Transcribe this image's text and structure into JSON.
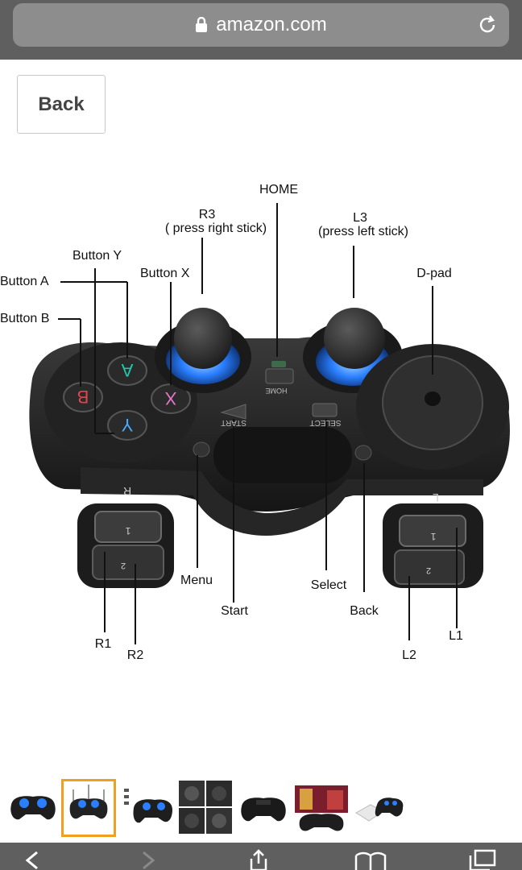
{
  "browser": {
    "url": "amazon.com",
    "icons": {
      "lock": "lock-icon",
      "reload": "reload-icon"
    }
  },
  "page": {
    "back_label": "Back"
  },
  "diagram": {
    "labels": {
      "home": "HOME",
      "r3_title": "R3",
      "r3_desc": "( press right stick)",
      "l3_title": "L3",
      "l3_desc": "(press left stick)",
      "button_y": "Button Y",
      "button_a": "Button A",
      "button_b": "Button B",
      "button_x": "Button X",
      "dpad": "D-pad",
      "menu": "Menu",
      "start": "Start",
      "select": "Select",
      "back": "Back",
      "r1": "R1",
      "r2": "R2",
      "l1": "L1",
      "l2": "L2"
    },
    "controller_text": {
      "home": "HOME",
      "start": "START",
      "select": "SELECT",
      "r": "R",
      "l": "L",
      "one": "1",
      "two": "2",
      "btn_a": "A",
      "btn_b": "B",
      "btn_x": "X",
      "btn_y": "Y"
    },
    "colors": {
      "stick_glow": "#2a7fff",
      "a": "#23c7a8",
      "b": "#e2444f",
      "x": "#e276c9",
      "y": "#4aa8ff"
    }
  },
  "thumbnails": [
    {
      "name": "thumb-controller-front"
    },
    {
      "name": "thumb-controller-diagram"
    },
    {
      "name": "thumb-controller-angle"
    },
    {
      "name": "thumb-controller-parts"
    },
    {
      "name": "thumb-controller-back"
    },
    {
      "name": "thumb-game-screen"
    },
    {
      "name": "thumb-package"
    }
  ],
  "toolbar_icons": [
    "back-arrow-icon",
    "forward-arrow-icon",
    "share-icon",
    "bookmarks-icon",
    "tabs-icon"
  ]
}
